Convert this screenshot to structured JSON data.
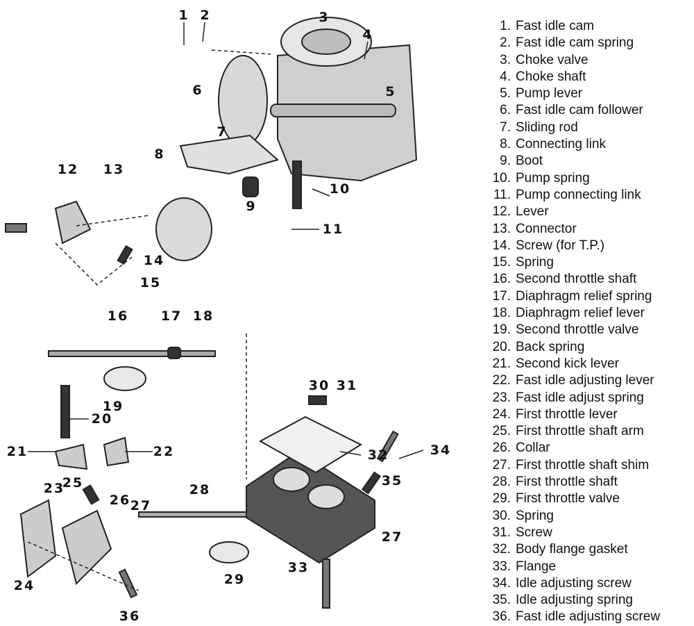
{
  "legend": [
    {
      "num": "1.",
      "label": "Fast idle cam"
    },
    {
      "num": "2.",
      "label": "Fast idle cam spring"
    },
    {
      "num": "3.",
      "label": "Choke valve"
    },
    {
      "num": "4.",
      "label": "Choke shaft"
    },
    {
      "num": "5.",
      "label": "Pump lever"
    },
    {
      "num": "6.",
      "label": "Fast idle cam follower"
    },
    {
      "num": "7.",
      "label": "Sliding rod"
    },
    {
      "num": "8.",
      "label": "Connecting link"
    },
    {
      "num": "9.",
      "label": "Boot"
    },
    {
      "num": "10.",
      "label": "Pump spring"
    },
    {
      "num": "11.",
      "label": "Pump connecting link"
    },
    {
      "num": "12.",
      "label": "Lever"
    },
    {
      "num": "13.",
      "label": "Connector"
    },
    {
      "num": "14.",
      "label": "Screw (for T.P.)"
    },
    {
      "num": "15.",
      "label": "Spring"
    },
    {
      "num": "16.",
      "label": "Second throttle shaft"
    },
    {
      "num": "17.",
      "label": "Diaphragm relief spring"
    },
    {
      "num": "18.",
      "label": "Diaphragm relief lever"
    },
    {
      "num": "19.",
      "label": "Second throttle valve"
    },
    {
      "num": "20.",
      "label": "Back spring"
    },
    {
      "num": "21.",
      "label": "Second kick lever"
    },
    {
      "num": "22.",
      "label": "Fast idle adjusting lever"
    },
    {
      "num": "23.",
      "label": "Fast idle adjust spring"
    },
    {
      "num": "24.",
      "label": "First throttle lever"
    },
    {
      "num": "25.",
      "label": "First throttle shaft arm"
    },
    {
      "num": "26.",
      "label": "Collar"
    },
    {
      "num": "27.",
      "label": "First throttle shaft shim"
    },
    {
      "num": "28.",
      "label": "First throttle shaft"
    },
    {
      "num": "29.",
      "label": "First throttle valve"
    },
    {
      "num": "30.",
      "label": "Spring"
    },
    {
      "num": "31.",
      "label": "Screw"
    },
    {
      "num": "32.",
      "label": "Body flange gasket"
    },
    {
      "num": "33.",
      "label": "Flange"
    },
    {
      "num": "34.",
      "label": "Idle adjusting screw"
    },
    {
      "num": "35.",
      "label": "Idle adjusting spring"
    },
    {
      "num": "36.",
      "label": "Fast idle adjusting screw"
    }
  ],
  "callouts": [
    "1",
    "2",
    "3",
    "4",
    "5",
    "6",
    "7",
    "8",
    "9",
    "10",
    "11",
    "12",
    "13",
    "14",
    "15",
    "16",
    "17",
    "18",
    "19",
    "20",
    "21",
    "22",
    "23",
    "24",
    "25",
    "26",
    "27",
    "27",
    "28",
    "29",
    "30",
    "31",
    "32",
    "33",
    "34",
    "35",
    "36"
  ]
}
